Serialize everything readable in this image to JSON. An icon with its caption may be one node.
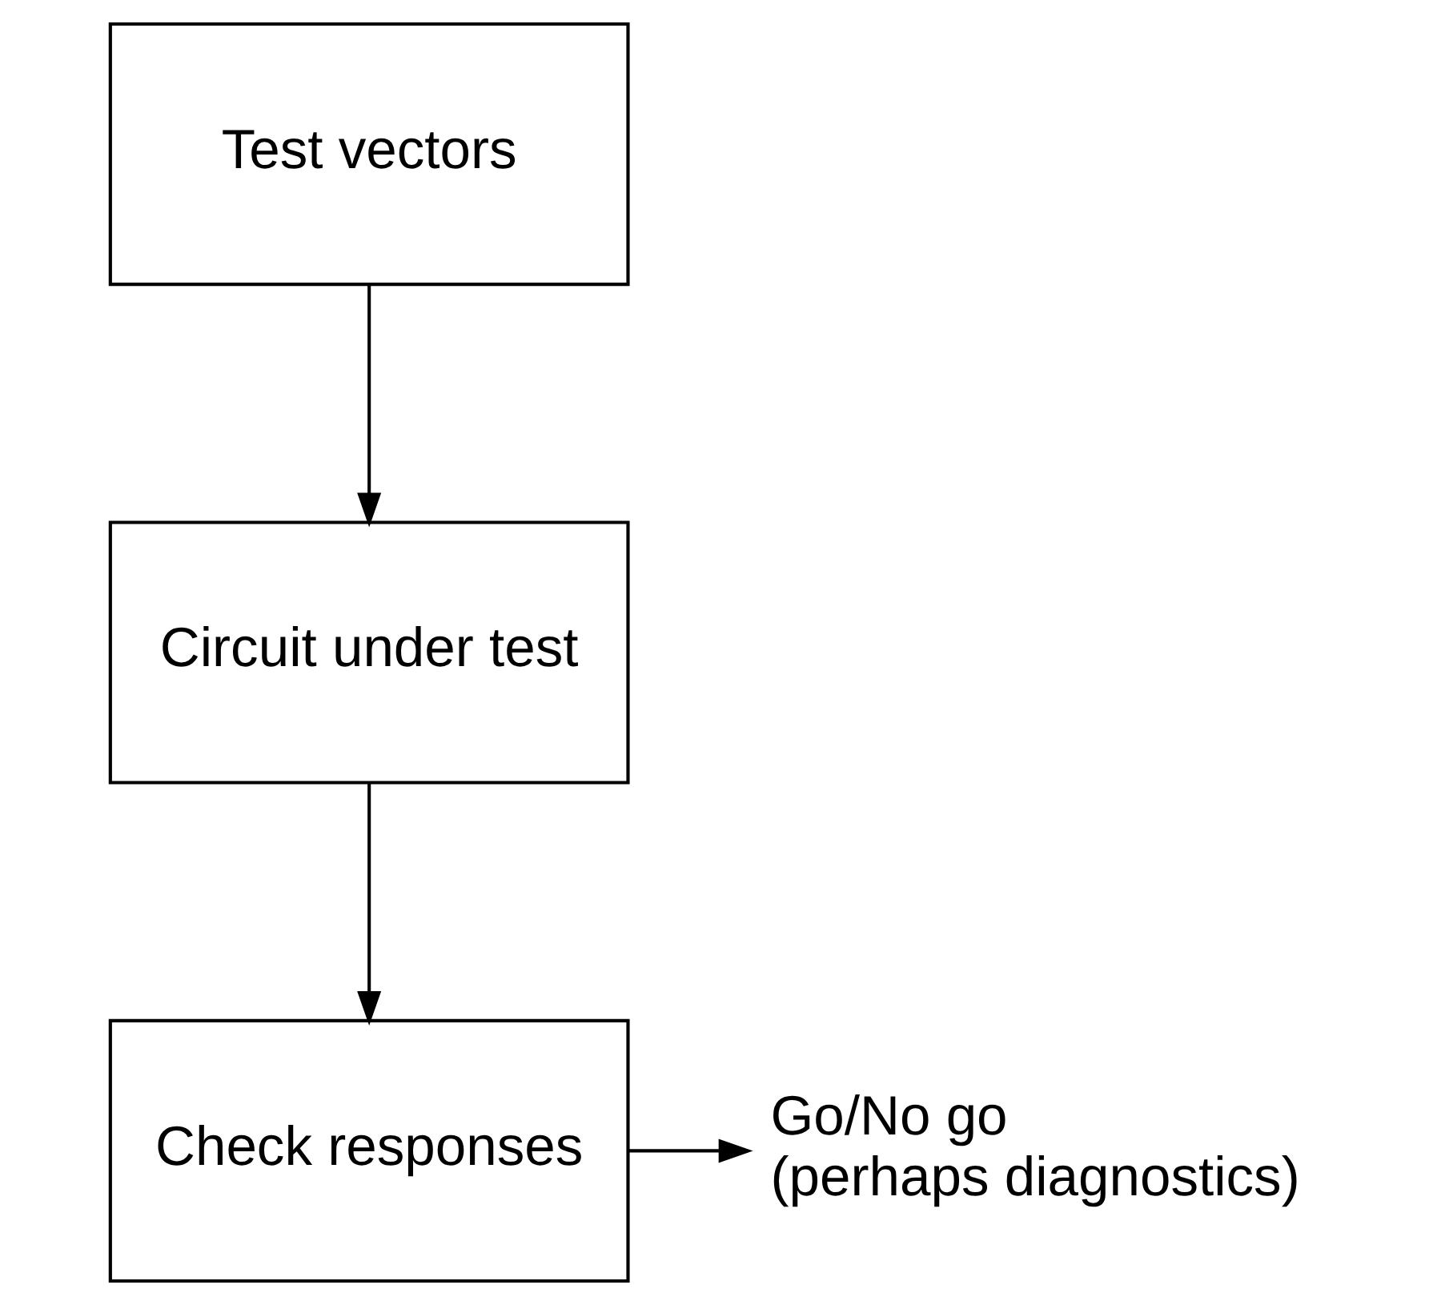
{
  "diagram": {
    "nodes": [
      {
        "text": [
          "Test vectors"
        ]
      },
      {
        "text": [
          "Circuit under test"
        ]
      },
      {
        "text": [
          "Check responses"
        ]
      },
      {
        "text": [
          "Go/No go (perhaps diagnostics)"
        ]
      }
    ],
    "edges": [
      {
        "from": 0,
        "to": 1,
        "arrow": "to"
      },
      {
        "from": 1,
        "to": 2,
        "arrow": "to"
      },
      {
        "from": 2,
        "to": 3,
        "arrow": "to"
      }
    ]
  }
}
